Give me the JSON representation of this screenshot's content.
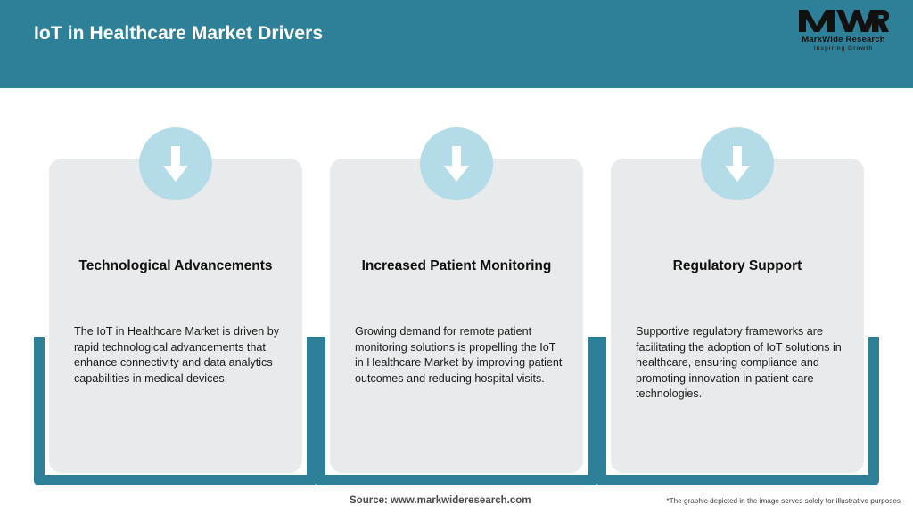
{
  "header": {
    "title": "IoT in Healthcare Market Drivers",
    "background_color": "#2e8099",
    "title_color": "#ffffff"
  },
  "logo": {
    "mark": "MWR",
    "name": "MarkWide Research",
    "tagline": "Inspiring Growth"
  },
  "theme": {
    "accent_teal": "#2e8099",
    "card_gray": "#e8eaeb",
    "circle_blue": "#b4dbe8",
    "arrow_white": "#ffffff"
  },
  "cards": [
    {
      "icon": "down-arrow-icon",
      "title": "Technological Advancements",
      "body": "The IoT in Healthcare Market is driven by rapid technological advancements that enhance connectivity and data analytics capabilities in medical devices."
    },
    {
      "icon": "down-arrow-icon",
      "title": "Increased Patient Monitoring",
      "body": "Growing demand for remote patient monitoring solutions is propelling the IoT in Healthcare Market by improving patient outcomes and reducing hospital visits."
    },
    {
      "icon": "down-arrow-icon",
      "title": "Regulatory Support",
      "body": "Supportive regulatory frameworks are facilitating the adoption of IoT solutions in healthcare, ensuring compliance and promoting innovation in patient care technologies."
    }
  ],
  "footer": {
    "source": "Source: www.markwideresearch.com",
    "disclaimer": "*The graphic depicted in the image serves solely for illustrative purposes"
  }
}
